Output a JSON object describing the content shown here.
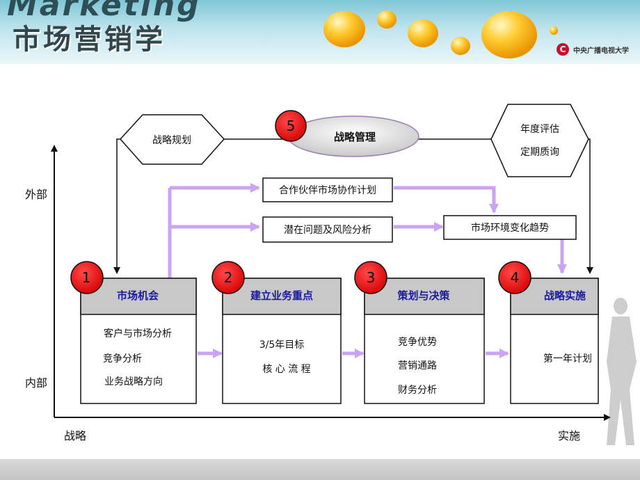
{
  "header": {
    "word": "Marketing",
    "title": "市场营销学",
    "logo_text": "中央广播电视大学"
  },
  "axes": {
    "y_top": "外部",
    "y_bottom": "内部",
    "x_left": "战略",
    "x_right": "实施"
  },
  "hexagons": {
    "left": "战略规划",
    "right_line1": "年度评估",
    "right_line2": "定期质询"
  },
  "ellipse": {
    "number": "5",
    "label": "战略管理"
  },
  "mid_boxes": {
    "partner": "合作伙伴市场协作计划",
    "risk": "潜在问题及风险分析",
    "trend": "市场环境变化趋势"
  },
  "stages": [
    {
      "number": "1",
      "title": "市场机会",
      "items": [
        "客户与市场分析",
        "竞争分析",
        "业务战略方向"
      ]
    },
    {
      "number": "2",
      "title": "建立业务重点",
      "items": [
        "3/5年目标",
        "核 心 流 程"
      ]
    },
    {
      "number": "3",
      "title": "策划与决策",
      "items": [
        "竞争优势",
        "营销通路",
        "财务分析"
      ]
    },
    {
      "number": "4",
      "title": "战略实施",
      "items": [
        "第一年计划"
      ]
    }
  ],
  "colors": {
    "stage_title": "#1a1aa0",
    "badge": "#e8000e",
    "arrow_purple": "#c9a4f2",
    "stage_header_bg": "#c8c8c8"
  }
}
